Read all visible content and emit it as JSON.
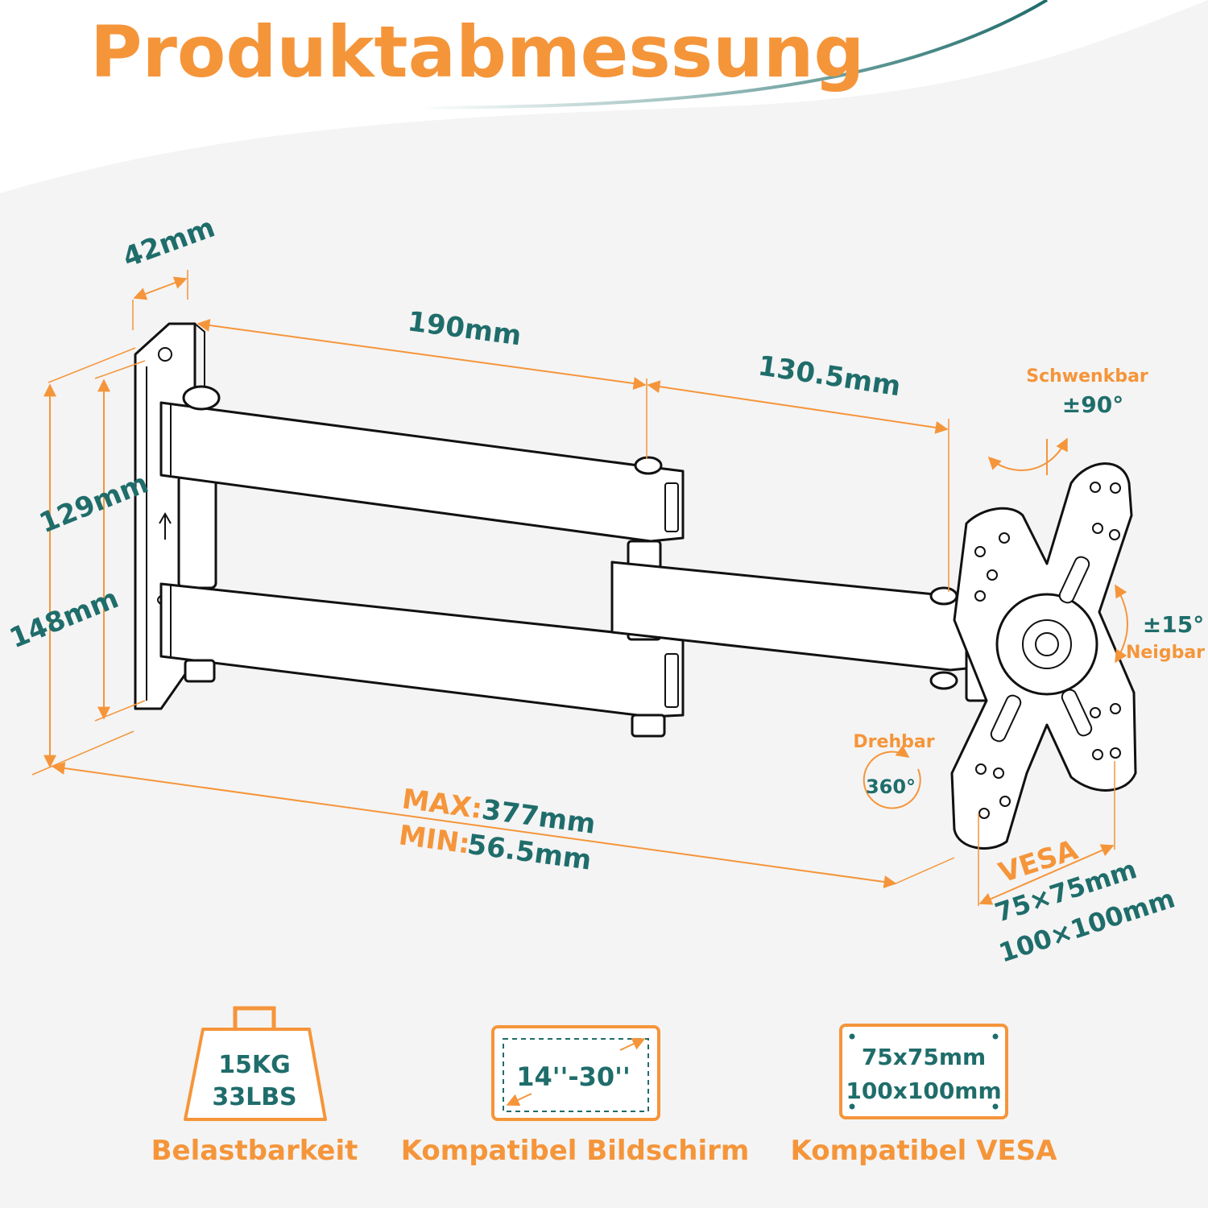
{
  "title": "Produktabmessung",
  "dimensions": {
    "depth_wallplate": "42mm",
    "arm_long": "190mm",
    "arm_short": "130.5mm",
    "height_inner": "129mm",
    "height_outer": "148mm",
    "max_label": "MAX:",
    "max_value": "377mm",
    "min_label": "MIN:",
    "min_value": "56.5mm"
  },
  "motions": {
    "swivel_label": "Schwenkbar",
    "swivel_value": "±90°",
    "tilt_value": "±15°",
    "tilt_label": "Neigbar",
    "rotate_label": "Drehbar",
    "rotate_value": "360°"
  },
  "vesa": {
    "label": "VESA",
    "size_1": "75×75mm",
    "size_2": "100×100mm"
  },
  "features": [
    {
      "icon": "weight-icon",
      "line1": "15KG",
      "line2": "33LBS",
      "caption": "Belastbarkeit"
    },
    {
      "icon": "screen-size-icon",
      "line1": "14''-30''",
      "caption": "Kompatibel Bildschirm"
    },
    {
      "icon": "vesa-plate-icon",
      "line1": "75x75mm",
      "line2": "100x100mm",
      "caption": "Kompatibel VESA"
    }
  ],
  "colors": {
    "accent": "#f5953a",
    "teal": "#1f6d6b",
    "background": "#f4f4f4"
  }
}
